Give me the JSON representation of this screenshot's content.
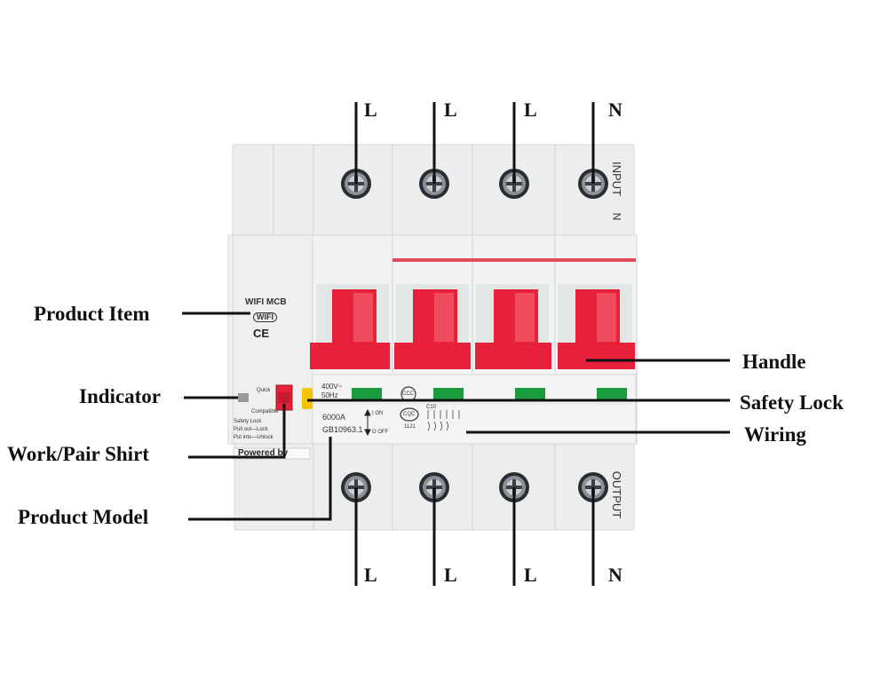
{
  "terminals": {
    "top": [
      "L",
      "L",
      "L",
      "N"
    ],
    "bottom": [
      "L",
      "L",
      "L",
      "N"
    ]
  },
  "device": {
    "input_label": "INPUT",
    "input_n": "N",
    "output_label": "OUTPUT",
    "model_line1": "WIFI MCB",
    "wifi_badge": "WIFI",
    "ce_mark": "CE",
    "quick": "Quick",
    "compatible": "Compatible",
    "safety_lock_line": "Safety Lock",
    "pull_out_line": "Pull out—Lock",
    "put_into_line": "Put into—Unlock",
    "powered_by": "Powered by",
    "rating": "400V~",
    "frequency": "50Hz",
    "breaking": "6000A",
    "standard": "GB10963.1",
    "on_label": "I ON",
    "off_label": "O OFF",
    "ccc": "CCC",
    "cqc": "CQC",
    "cqc_code": "1121",
    "curve": "C10"
  },
  "callouts": {
    "product_item": "Product Item",
    "indicator": "Indicator",
    "work_pair": "Work/Pair Shirt",
    "product_model": "Product Model",
    "handle": "Handle",
    "safety_lock": "Safety Lock",
    "wiring": "Wiring"
  },
  "colors": {
    "handle_red": "#e8213a",
    "indicator_green": "#1a9c3c",
    "safety_yellow": "#f5c400",
    "body_grey": "#e9ecec"
  }
}
